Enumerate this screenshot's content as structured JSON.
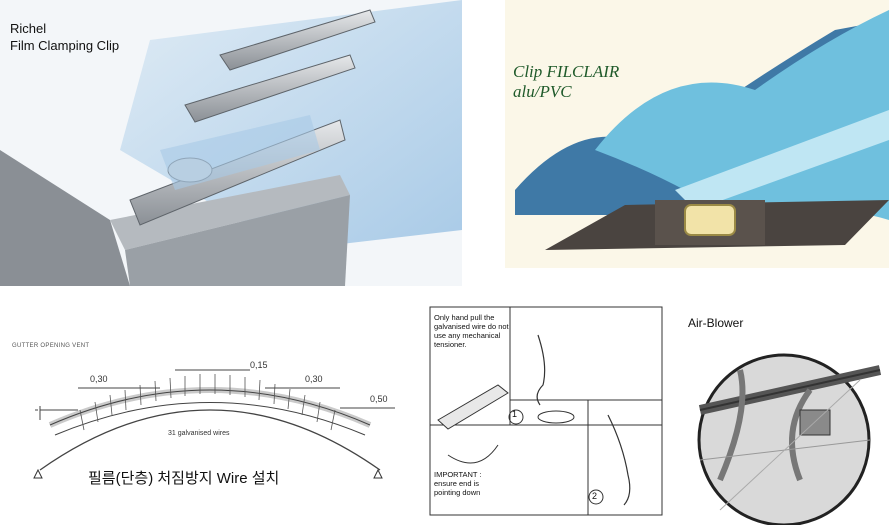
{
  "richel": {
    "line1": "Richel",
    "line2": "Film Clamping Clip"
  },
  "filclair": {
    "line1": "Clip FILCLAIR",
    "line2": "alu/PVC"
  },
  "gutter": {
    "title": "GUTTER OPENING VENT",
    "dims": [
      "0,30",
      "0,15",
      "0,30",
      "0,50"
    ],
    "wires_label": "31 galvanised wires",
    "korean_caption": "필름(단층) 처짐방지 Wire 설치"
  },
  "manual": {
    "note_top": "Only hand pull the galvanised wire do not use any mechanical tensioner.",
    "note_bottom": "IMPORTANT : ensure end is pointing down",
    "step1": "1",
    "step2": "2"
  },
  "blower": {
    "title": "Air-Blower"
  }
}
